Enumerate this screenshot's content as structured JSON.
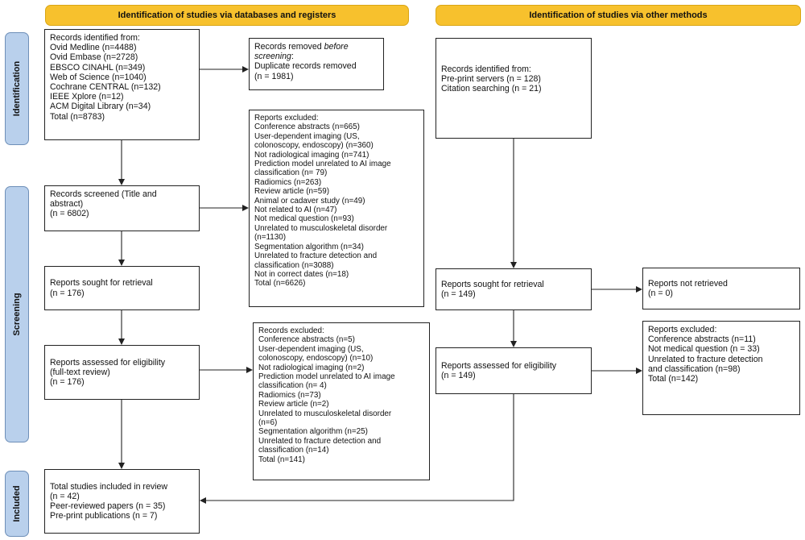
{
  "headers": {
    "left": "Identification of studies via databases and registers",
    "right": "Identification of studies via other methods"
  },
  "phases": {
    "identification": "Identification",
    "screening": "Screening",
    "included": "Included"
  },
  "boxes": {
    "records_identified": {
      "title": "Records identified from:",
      "lines": [
        "Ovid Medline (n=4488)",
        "Ovid Embase (n=2728)",
        "EBSCO CINAHL (n=349)",
        "Web of Science (n=1040)",
        "Cochrane CENTRAL (n=132)",
        "IEEE Xplore (n=12)",
        "ACM Digital Library (n=34)",
        "Total (n=8783)"
      ]
    },
    "records_removed": {
      "line1_prefix": "Records removed ",
      "line1_italic": "before",
      "line2_italic": "screening",
      "line2_suffix": ":",
      "line3": "Duplicate records removed",
      "line4": "(n = 1981)"
    },
    "records_screened": {
      "line1": "Records screened (Title and",
      "line2": "abstract)",
      "line3": "(n = 6802)"
    },
    "reports_excluded_1": {
      "lines": [
        "Reports excluded:",
        "Conference abstracts (n=665)",
        "User-dependent imaging (US,",
        "colonoscopy, endoscopy) (n=360)",
        "Not radiological imaging (n=741)",
        "Prediction model unrelated to AI image",
        "classification (n= 79)",
        "Radiomics (n=263)",
        "Review article (n=59)",
        "Animal or cadaver study (n=49)",
        "Not related to AI (n=47)",
        "Not medical question (n=93)",
        "Unrelated to musculoskeletal disorder",
        "(n=1130)",
        "Segmentation algorithm (n=34)",
        "Unrelated to fracture detection and",
        "classification (n=3088)",
        "Not in correct dates (n=18)",
        "Total (n=6626)"
      ]
    },
    "reports_sought_left": {
      "line1": "Reports sought for retrieval",
      "line2": "(n = 176)"
    },
    "reports_assessed_left": {
      "line1": "Reports assessed for eligibility",
      "line2": "(full-text review)",
      "line3": "(n = 176)"
    },
    "records_excluded_2": {
      "lines": [
        "Records excluded:",
        "Conference abstracts (n=5)",
        "User-dependent imaging (US,",
        "colonoscopy, endoscopy) (n=10)",
        "Not radiological imaging (n=2)",
        "Prediction model unrelated to AI image",
        "classification (n= 4)",
        "Radiomics (n=73)",
        "Review article (n=2)",
        "Unrelated to musculoskeletal disorder",
        "(n=6)",
        "Segmentation algorithm (n=25)",
        "Unrelated to fracture detection and",
        "classification (n=14)",
        "Total (n=141)"
      ]
    },
    "total_included": {
      "lines": [
        "Total studies included in review",
        "(n = 42)",
        "Peer-reviewed papers (n = 35)",
        "Pre-print publications (n = 7)"
      ]
    },
    "other_records_identified": {
      "lines": [
        "Records identified from:",
        "Pre-print servers (n = 128)",
        "Citation searching (n = 21)"
      ]
    },
    "reports_sought_right": {
      "line1": "Reports sought for retrieval",
      "line2": "(n = 149)"
    },
    "reports_not_retrieved": {
      "line1": "Reports not retrieved",
      "line2": "(n = 0)"
    },
    "reports_assessed_right": {
      "line1": "Reports assessed for eligibility",
      "line2": "(n = 149)"
    },
    "reports_excluded_right": {
      "lines": [
        "Reports excluded:",
        "Conference abstracts (n=11)",
        "Not medical question (n = 33)",
        "Unrelated to fracture detection",
        "and classification (n=98)",
        "Total (n=142)"
      ]
    }
  },
  "colors": {
    "header_fill": "#f7c12d",
    "phase_fill": "#b9d0ec",
    "box_border": "#222222",
    "arrow": "#222222"
  }
}
